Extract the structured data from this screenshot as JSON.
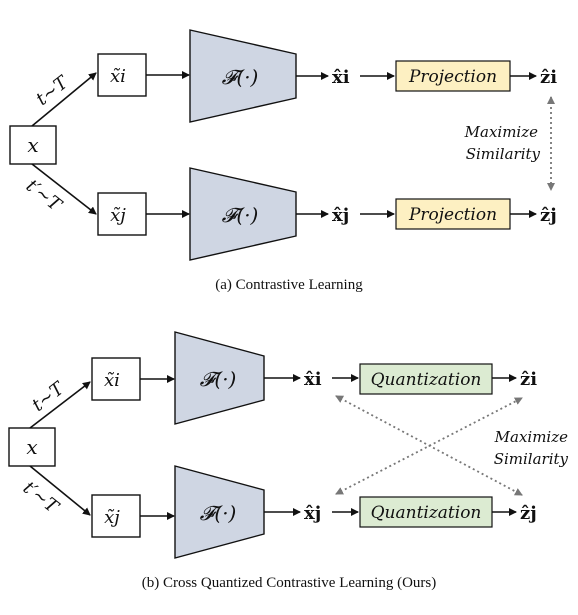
{
  "panel_a": {
    "input": "x",
    "aug_top": "t~T",
    "aug_bottom": "t′~T",
    "view_i": "x̃i",
    "view_j": "x̃j",
    "encoder_top": "𝓕(·)",
    "encoder_bottom": "𝓕(·)",
    "feat_i": "x̂i",
    "feat_j": "x̂j",
    "head_top": "Projection",
    "head_bottom": "Projection",
    "out_i": "ẑi",
    "out_j": "ẑj",
    "objective_line1": "Maximize",
    "objective_line2": "Similarity",
    "caption": "(a)  Contrastive Learning"
  },
  "panel_b": {
    "input": "x",
    "aug_top": "t~T",
    "aug_bottom": "t′~T",
    "view_i": "x̃i",
    "view_j": "x̃j",
    "encoder_top": "𝓕(·)",
    "encoder_bottom": "𝓕(·)",
    "feat_i": "x̂i",
    "feat_j": "x̂j",
    "head_top": "Quantization",
    "head_bottom": "Quantization",
    "out_i": "ẑi",
    "out_j": "ẑj",
    "objective_line1": "Maximize",
    "objective_line2": "Similarity",
    "caption": "(b)  Cross Quantized Contrastive Learning (Ours)"
  },
  "colors": {
    "encoder_fill": "#cfd6e3",
    "projection_fill": "#fdf0c2",
    "quantization_fill": "#dcebd2",
    "similarity_link": "#777777"
  }
}
